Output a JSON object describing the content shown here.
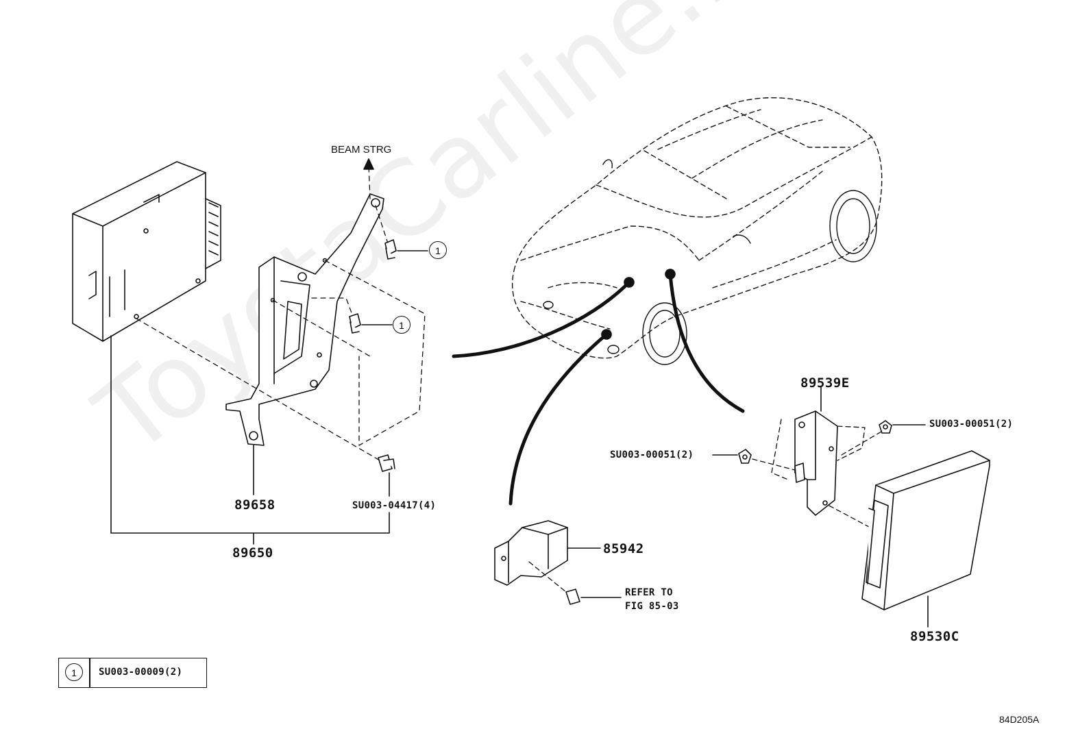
{
  "labels": {
    "beam_strg": "BEAM STRG",
    "p89658": "89658",
    "p89650": "89650",
    "su04417": "SU003-04417(4)",
    "p85942": "85942",
    "refer_to": "REFER TO",
    "fig": "FIG 85-03",
    "p89539e": "89539E",
    "su00051_right": "SU003-00051(2)",
    "su00051_left": "SU003-00051(2)",
    "p89530c": "89530C",
    "diagram_id": "84D205A"
  },
  "callouts": {
    "c1": "1",
    "c2": "1"
  },
  "legend": {
    "number": "1",
    "text": "SU003-00009(2)"
  },
  "watermark": "ToyotaCarline.ru"
}
